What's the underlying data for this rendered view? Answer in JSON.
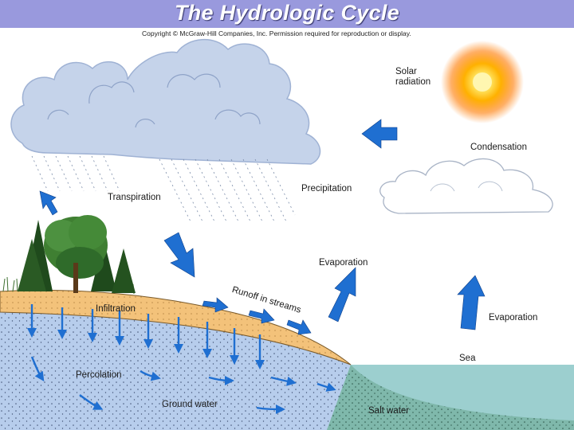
{
  "title": "The Hydrologic Cycle",
  "copyright": "Copyright © McGraw-Hill Companies, Inc. Permission required for reproduction or display.",
  "labels": {
    "solar_radiation_line1": "Solar",
    "solar_radiation_line2": "radiation",
    "condensation": "Condensation",
    "transpiration": "Transpiration",
    "precipitation": "Precipitation",
    "evaporation_land": "Evaporation",
    "runoff": "Runoff in streams",
    "infiltration": "Infiltration",
    "evaporation_sea": "Evaporation",
    "sea": "Sea",
    "percolation": "Percolation",
    "ground_water": "Ground water",
    "salt_water": "Salt water"
  },
  "colors": {
    "title_bar": "#9999dd",
    "cloud": "#c5d3ea",
    "arrow": "#1f6fd1",
    "soil": "#f3c27a",
    "ground_water": "#b7cdec",
    "sea": "#9ccfcf",
    "salt_water": "#7fb8ab",
    "tree": "#2f6b2a"
  }
}
